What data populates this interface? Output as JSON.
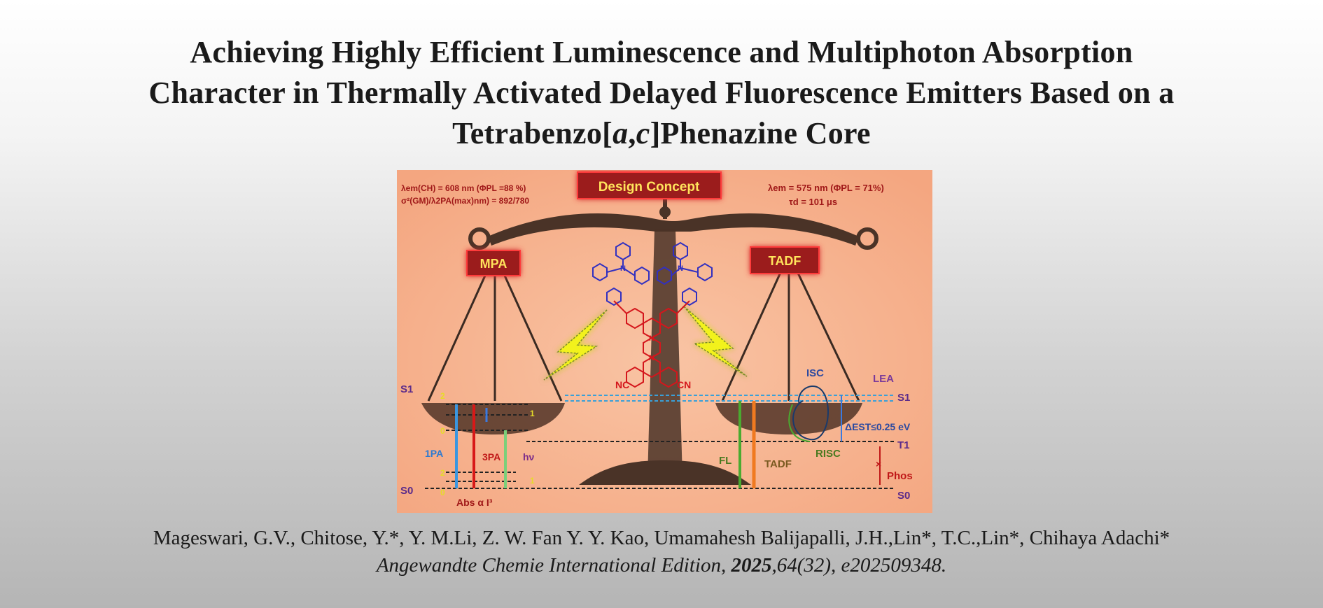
{
  "title": {
    "line1": "Achieving Highly Efficient Luminescence and Multiphoton Absorption",
    "line2": "Character in Thermally Activated Delayed Fluorescence Emitters Based on a",
    "line3_pre": "Tetrabenzo[",
    "line3_a": "a",
    "line3_comma": ",",
    "line3_c": "c",
    "line3_post": "]Phenazine Core"
  },
  "toc_graphic": {
    "banner": "Design Concept",
    "mpa_label": "MPA",
    "tadf_label": "TADF",
    "left_stats_1": "λem(CH) = 608 nm (ΦPL =88 %)",
    "left_stats_2": "σ²(GM)/λ2PA(max)nm) = 892/780",
    "right_stats_1": "λem = 575 nm (ΦPL = 71%)",
    "right_stats_2": "τd = 101 μs",
    "nc": "NC",
    "cn": "CN",
    "n": "N",
    "s1_left": "S1",
    "s0_left": "S0",
    "onepa": "1PA",
    "threepa": "3PA",
    "hv": "hν",
    "abs": "Abs α I³",
    "lvl_2a": "2",
    "lvl_0a": "0",
    "lvl_1a": "1",
    "lvl_2b": "2",
    "lvl_1b": "1",
    "lvl_0b": "0",
    "isc": "ISC",
    "lea": "LEA",
    "s1_right": "S1",
    "delta": "ΔEST≤0.25 eV",
    "t1": "T1",
    "fl": "FL",
    "tadf_small": "TADF",
    "risc": "RISC",
    "phos": "Phos",
    "s0_right": "S0",
    "colors": {
      "background": "#f6b08c",
      "beam": "#4a3327",
      "label_box": "#9b1b1b",
      "label_text": "#ffe45c",
      "molecule_blue": "#3230c0",
      "molecule_red": "#d4161c",
      "bolt": "#f2f21a"
    }
  },
  "citation": {
    "authors": "Mageswari, G.V., Chitose, Y.*, Y. M.Li, Z. W. Fan Y. Y. Kao, Umamahesh Balijapalli, J.H.,Lin*, T.C.,Lin*, Chihaya Adachi*",
    "journal": "Angewandte Chemie International Edition, ",
    "year": "2025",
    "volume": ",64(32), e202509348."
  }
}
